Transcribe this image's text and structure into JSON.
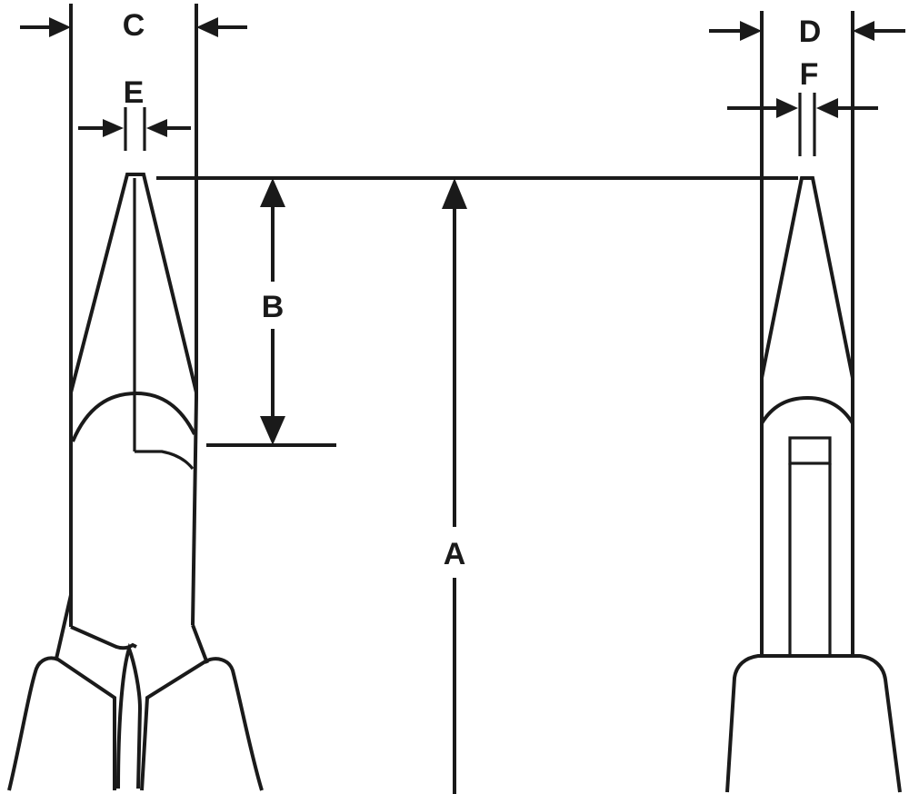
{
  "labels": {
    "A": "A",
    "B": "B",
    "C": "C",
    "D": "D",
    "E": "E",
    "F": "F"
  },
  "colors": {
    "line": "#1a1a1a",
    "background": "#ffffff"
  }
}
